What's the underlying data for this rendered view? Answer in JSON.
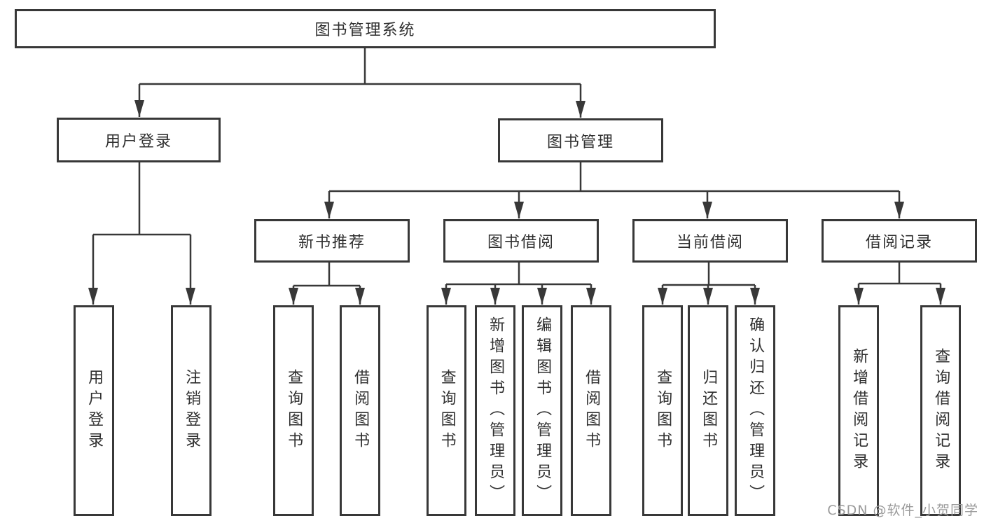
{
  "diagram": {
    "title_node": "图书管理系统",
    "branches": {
      "user_login": {
        "label": "用户登录",
        "children": {
          "login": "用户登录",
          "logout": "注销登录"
        }
      },
      "book_management": {
        "label": "图书管理",
        "sections": {
          "new_book_recommend": {
            "label": "新书推荐",
            "children": {
              "query_book": "查询图书",
              "borrow_book": "借阅图书"
            }
          },
          "book_borrow": {
            "label": "图书借阅",
            "children": {
              "query_book": "查询图书",
              "add_book": "新增图书（管理员）",
              "edit_book": "编辑图书（管理员）",
              "borrow_book": "借阅图书"
            }
          },
          "current_borrow": {
            "label": "当前借阅",
            "children": {
              "query_book": "查询图书",
              "return_book": "归还图书",
              "confirm_return": "确认归还（管理员）"
            }
          },
          "borrow_records": {
            "label": "借阅记录",
            "children": {
              "add_record": "新增借阅记录",
              "query_record": "查询借阅记录"
            }
          }
        }
      }
    }
  },
  "watermark": {
    "text": "CSDN @软件_小贺同学"
  },
  "style": {
    "line_color": "#383838",
    "text_color": "#2f2f2f",
    "background": "#ffffff",
    "watermark_color": "#9b9b9b"
  }
}
